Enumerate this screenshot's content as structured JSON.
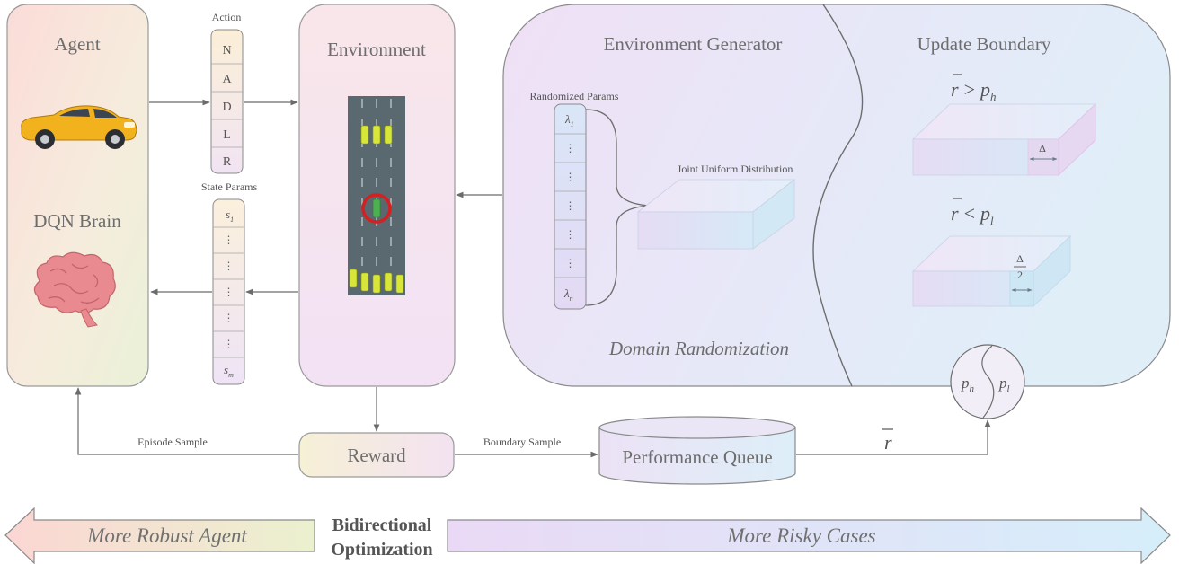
{
  "agent": {
    "title": "Agent",
    "brain_label": "DQN Brain"
  },
  "action_column": {
    "title": "Action",
    "items": [
      "N",
      "A",
      "D",
      "L",
      "R"
    ]
  },
  "state_column": {
    "title": "State Params",
    "first": "s",
    "first_sub": "1",
    "dots": [
      "⋮",
      "⋮",
      "⋮",
      "⋮",
      "⋮"
    ],
    "last": "s",
    "last_sub": "m"
  },
  "environment": {
    "title": "Environment"
  },
  "generator": {
    "title": "Environment Generator",
    "params_title": "Randomized Params",
    "first": "λ",
    "first_sub": "1",
    "dots": [
      "⋮",
      "⋮",
      "⋮",
      "⋮",
      "⋮"
    ],
    "last": "λ",
    "last_sub": "n",
    "joint_label": "Joint Uniform Distribution",
    "footer": "Domain Randomization"
  },
  "update_boundary": {
    "title": "Update Boundary",
    "cond_high_op": ">",
    "cond_high_p": "p",
    "cond_high_sub": "h",
    "cond_low_op": "<",
    "cond_low_p": "p",
    "cond_low_sub": "l",
    "r_symbol": "r",
    "delta": "Δ",
    "delta_half_num": "Δ",
    "delta_half_den": "2"
  },
  "switch": {
    "p": "p",
    "left_sub": "h",
    "right_sub": "l"
  },
  "reward": {
    "label": "Reward"
  },
  "queue": {
    "label": "Performance Queue",
    "output_symbol": "r"
  },
  "edges": {
    "episode_sample": "Episode Sample",
    "boundary_sample": "Boundary Sample"
  },
  "bottom": {
    "left_arrow": "More Robust Agent",
    "center_line1": "Bidirectional",
    "center_line2": "Optimization",
    "right_arrow": "More Risky Cases"
  },
  "colors": {
    "car": "#f2b21e",
    "brain": "#e88a8f",
    "road": "#5a6870",
    "vehicle": "#d8e63a",
    "ego_ring": "#d61f1f"
  }
}
